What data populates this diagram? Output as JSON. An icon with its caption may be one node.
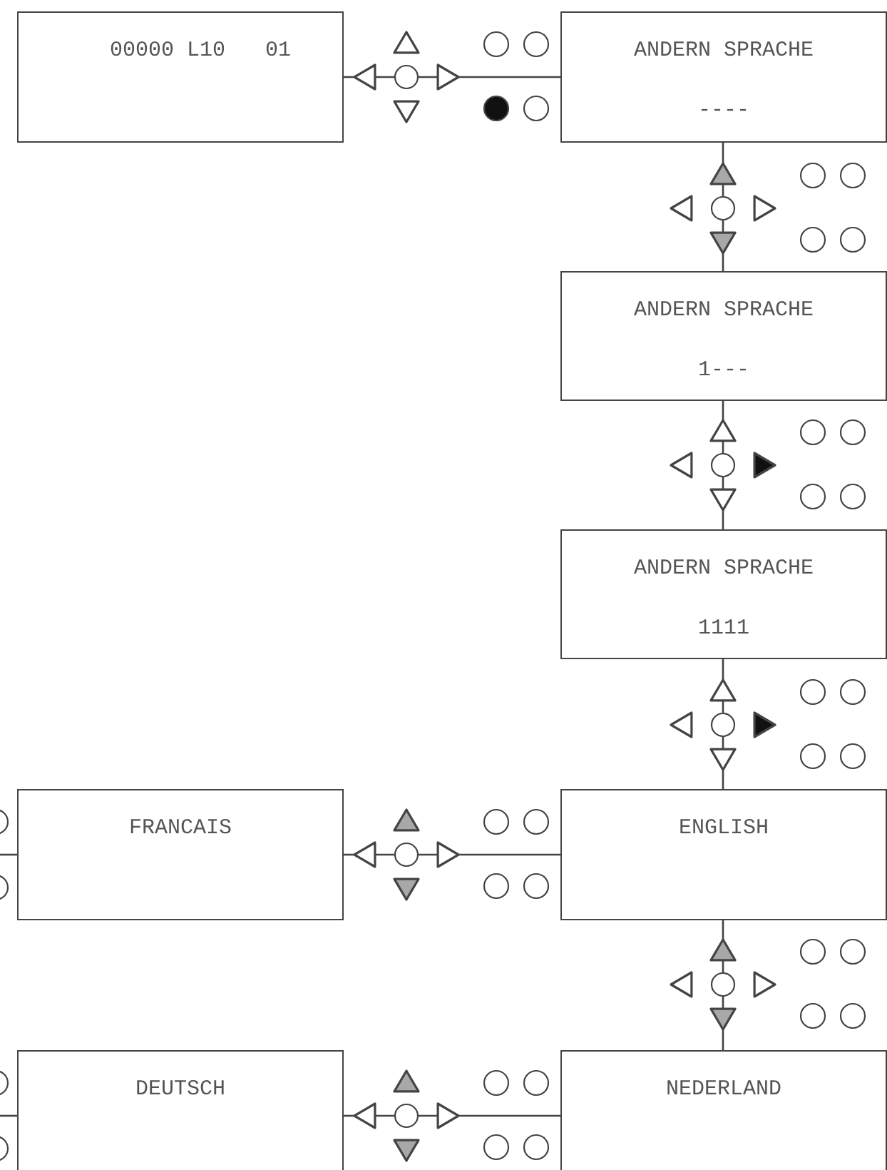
{
  "diagram": {
    "nodes": [
      {
        "text": [
          "00000 L10",
          "01"
        ]
      },
      {
        "text": [
          "ANDERN SPRACHE",
          "----"
        ]
      },
      {
        "text": [
          "ANDERN SPRACHE",
          "1---"
        ]
      },
      {
        "text": [
          "ANDERN SPRACHE",
          "1111"
        ]
      },
      {
        "text": [
          "ENGLISH"
        ]
      },
      {
        "text": [
          "FRANCAIS"
        ]
      },
      {
        "text": [
          "NEDERLAND"
        ]
      },
      {
        "text": [
          "DEUTSCH"
        ]
      },
      {
        "text": [],
        "shape": "keypad"
      },
      {
        "text": [],
        "shape": "keypad"
      },
      {
        "text": [],
        "shape": "keypad"
      },
      {
        "text": [],
        "shape": "keypad"
      },
      {
        "text": [],
        "shape": "keypad"
      },
      {
        "text": [],
        "shape": "keypad"
      },
      {
        "text": [],
        "shape": "keypad"
      }
    ],
    "edges": [
      {
        "from": 0,
        "to": 8,
        "arrow": "none"
      },
      {
        "from": 8,
        "to": 1,
        "arrow": "none"
      },
      {
        "from": 1,
        "to": 9,
        "arrow": "none"
      },
      {
        "from": 9,
        "to": 2,
        "arrow": "none"
      },
      {
        "from": 2,
        "to": 10,
        "arrow": "none"
      },
      {
        "from": 10,
        "to": 3,
        "arrow": "none"
      },
      {
        "from": 3,
        "to": 11,
        "arrow": "none"
      },
      {
        "from": 11,
        "to": 4,
        "arrow": "none"
      },
      {
        "from": 4,
        "to": 12,
        "arrow": "none"
      },
      {
        "from": 12,
        "to": 5,
        "arrow": "none"
      },
      {
        "from": 4,
        "to": 13,
        "arrow": "none"
      },
      {
        "from": 13,
        "to": 6,
        "arrow": "none"
      },
      {
        "from": 6,
        "to": 14,
        "arrow": "none"
      },
      {
        "from": 14,
        "to": 7,
        "arrow": "none"
      },
      {
        "from": 5,
        "to": null,
        "arrow": "none"
      },
      {
        "from": 7,
        "to": null,
        "arrow": "none"
      }
    ]
  }
}
